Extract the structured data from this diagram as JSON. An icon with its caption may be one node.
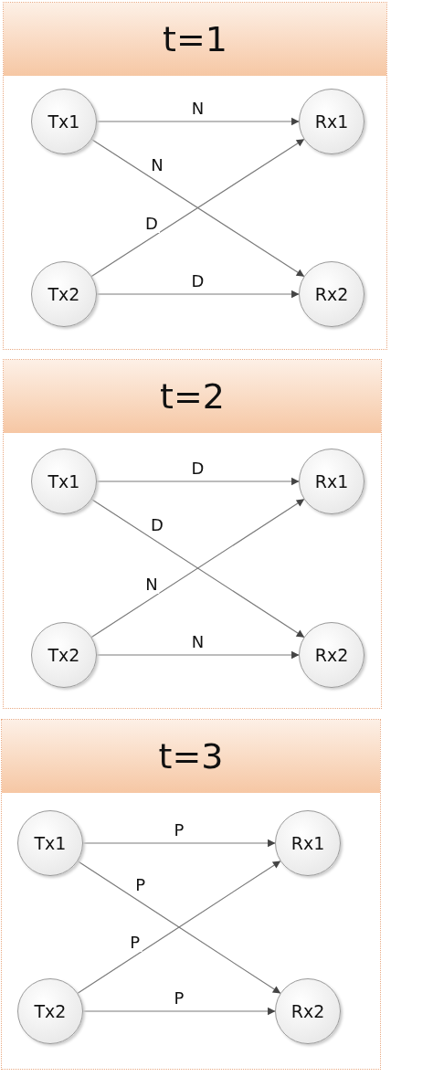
{
  "diagram": {
    "nodes": [
      {
        "text": [
          "t=1"
        ]
      },
      {
        "text": [
          "Tx1"
        ],
        "in": 0
      },
      {
        "text": [
          "Rx1"
        ],
        "in": 0
      },
      {
        "text": [
          "Tx2"
        ],
        "in": 0
      },
      {
        "text": [
          "Rx2"
        ],
        "in": 0
      },
      {
        "text": [
          "t=2"
        ]
      },
      {
        "text": [
          "Tx1"
        ],
        "in": 5
      },
      {
        "text": [
          "Rx1"
        ],
        "in": 5
      },
      {
        "text": [
          "Tx2"
        ],
        "in": 5
      },
      {
        "text": [
          "Rx2"
        ],
        "in": 5
      },
      {
        "text": [
          "t=3"
        ]
      },
      {
        "text": [
          "Tx1"
        ],
        "in": 10
      },
      {
        "text": [
          "Rx1"
        ],
        "in": 10
      },
      {
        "text": [
          "Tx2"
        ],
        "in": 10
      },
      {
        "text": [
          "Rx2"
        ],
        "in": 10
      }
    ],
    "edges": [
      {
        "from": 1,
        "to": 2,
        "arrow": "to",
        "label": "N"
      },
      {
        "from": 1,
        "to": 4,
        "arrow": "to",
        "label": "N"
      },
      {
        "from": 3,
        "to": 2,
        "arrow": "to",
        "label": "D"
      },
      {
        "from": 3,
        "to": 4,
        "arrow": "to",
        "label": "D"
      },
      {
        "from": 6,
        "to": 7,
        "arrow": "to",
        "label": "D"
      },
      {
        "from": 6,
        "to": 9,
        "arrow": "to",
        "label": "D"
      },
      {
        "from": 8,
        "to": 7,
        "arrow": "to",
        "label": "N"
      },
      {
        "from": 8,
        "to": 9,
        "arrow": "to",
        "label": "N"
      },
      {
        "from": 11,
        "to": 12,
        "arrow": "to",
        "label": "P"
      },
      {
        "from": 11,
        "to": 14,
        "arrow": "to",
        "label": "P"
      },
      {
        "from": 13,
        "to": 12,
        "arrow": "to",
        "label": "P"
      },
      {
        "from": 13,
        "to": 14,
        "arrow": "to",
        "label": "P"
      }
    ]
  }
}
